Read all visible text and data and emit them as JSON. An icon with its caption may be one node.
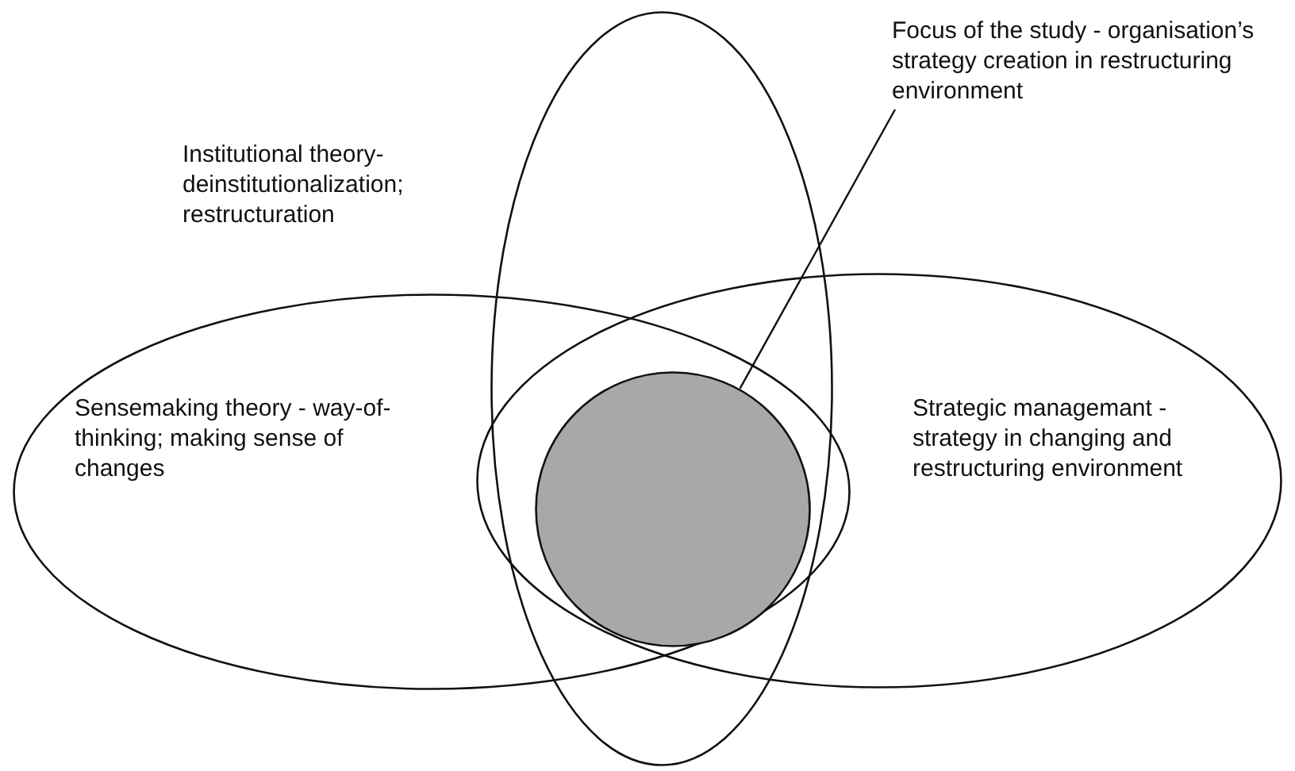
{
  "diagram": {
    "nodes": [
      {
        "text": [],
        "shape": "ellipse",
        "beside": [
          "Institutional theory- deinstitutionalization; restructuration"
        ]
      },
      {
        "text": [
          "Sensemaking theory - way-of-thinking; making sense of changes"
        ]
      },
      {
        "text": [
          "Strategic managemant - strategy in changing and restructuring environment"
        ]
      },
      {
        "text": [],
        "shape": "circle"
      },
      {
        "text": [
          "Focus of the study - organisation’s strategy creation in restructuring environment"
        ]
      }
    ],
    "edges": [
      {
        "from": 4,
        "to": 3,
        "arrow": "none"
      }
    ]
  }
}
